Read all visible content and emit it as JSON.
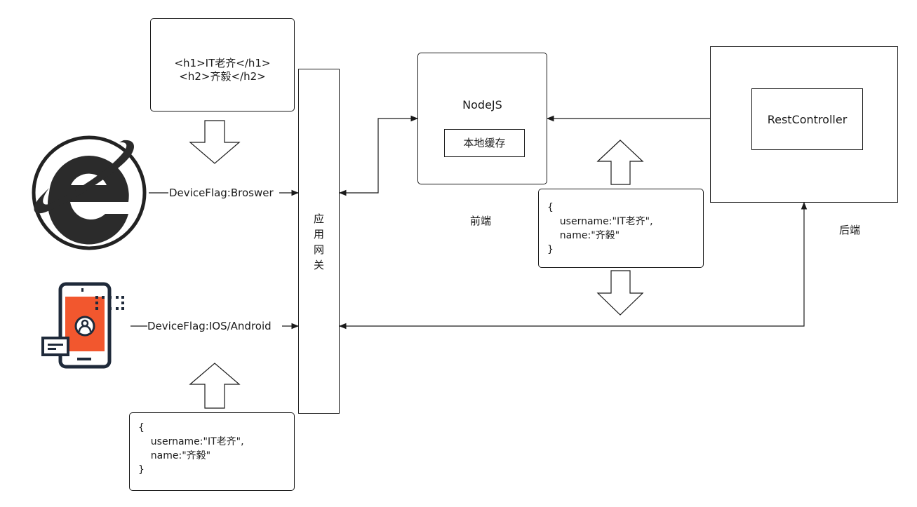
{
  "html_snippet": {
    "line1": "<h1>IT老齐</h1>",
    "line2": "<h2>齐毅</h2>"
  },
  "gateway": {
    "label": "应\n用\n网\n关"
  },
  "nodejs": {
    "title": "NodeJS",
    "cache_label": "本地缓存"
  },
  "rest_controller": {
    "label": "RestController"
  },
  "flags": {
    "browser": "DeviceFlag:Broswer",
    "mobile": "DeviceFlag:IOS/Android"
  },
  "labels": {
    "frontend": "前端",
    "backend": "后端"
  },
  "json_middle": {
    "text": "{\n    username:\"IT老齐\",\n    name:\"齐毅\"\n}"
  },
  "json_bottom": {
    "text": "{\n    username:\"IT老齐\",\n    name:\"齐毅\"\n}"
  },
  "icons": {
    "browser": "internet-explorer-icon",
    "mobile": "mobile-phone-user-icon"
  },
  "colors": {
    "stroke": "#1a1a1a",
    "mobile_screen": "#f2572e",
    "mobile_frame": "#1f2a3a"
  }
}
